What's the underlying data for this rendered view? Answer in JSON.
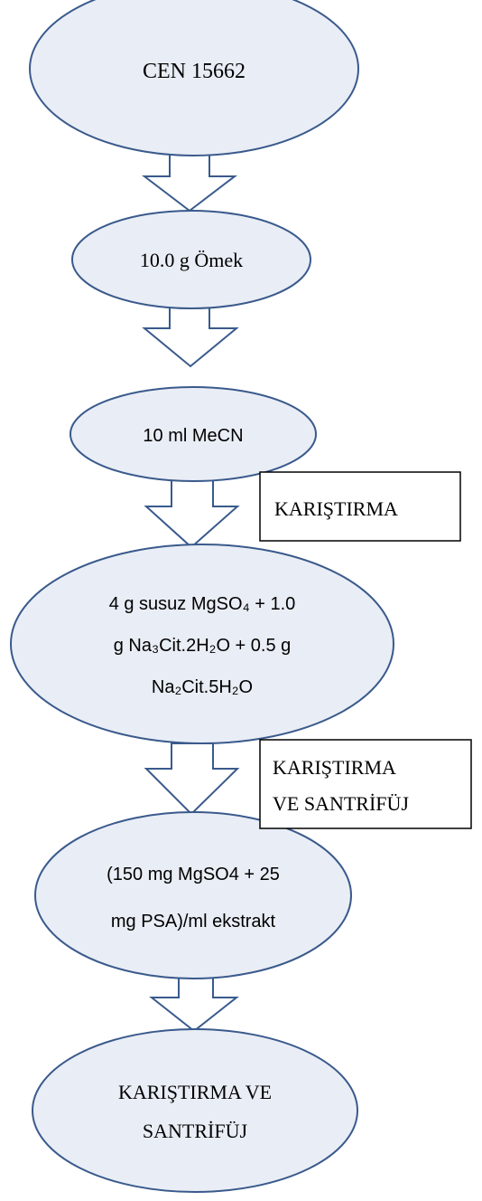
{
  "diagram": {
    "nodes": [
      {
        "id": "cen",
        "lines": [
          "CEN 15662"
        ]
      },
      {
        "id": "sample",
        "lines": [
          "10.0 g Ömek"
        ]
      },
      {
        "id": "mecn",
        "lines": [
          "10 ml MeCN"
        ]
      },
      {
        "id": "salts",
        "lines": [
          "4 g susuz MgSO₄ + 1.0",
          "g Na₃Cit.2H₂O + 0.5 g",
          "Na₂Cit.5H₂O"
        ]
      },
      {
        "id": "cleanup",
        "lines": [
          "(150 mg MgSO4 + 25",
          "mg PSA)/ml ekstrakt"
        ]
      },
      {
        "id": "final",
        "lines": [
          "KARIŞTIRMA VE",
          "SANTRİFÜJ"
        ]
      }
    ],
    "notes": [
      {
        "id": "mix1",
        "lines": [
          "KARIŞTIRMA"
        ]
      },
      {
        "id": "mix2",
        "lines": [
          "KARIŞTIRMA",
          "VE SANTRİFÜJ"
        ]
      }
    ]
  }
}
